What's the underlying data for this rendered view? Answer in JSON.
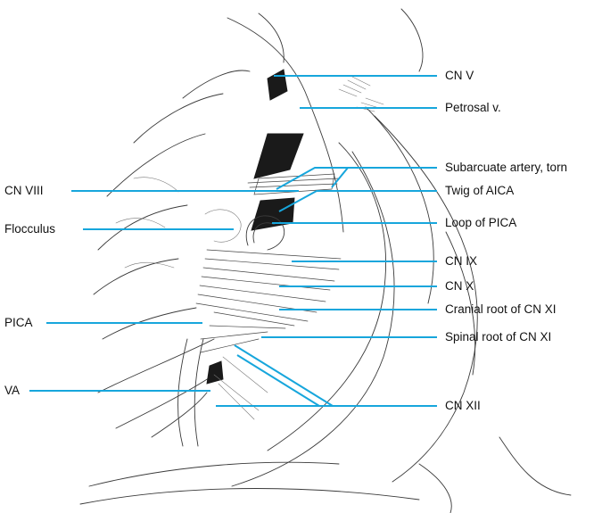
{
  "figure": {
    "leader_color": "#17a6dc",
    "labels_right": [
      {
        "id": "cn-v",
        "text": "CN V"
      },
      {
        "id": "petrosal-v",
        "text": "Petrosal v."
      },
      {
        "id": "subarcuate-artery",
        "text": "Subarcuate artery, torn"
      },
      {
        "id": "twig-aica",
        "text": "Twig of AICA"
      },
      {
        "id": "loop-pica",
        "text": "Loop of PICA"
      },
      {
        "id": "cn-ix",
        "text": "CN IX"
      },
      {
        "id": "cn-x",
        "text": "CN X"
      },
      {
        "id": "cranial-root-xi",
        "text": "Cranial root of CN XI"
      },
      {
        "id": "spinal-root-xi",
        "text": "Spinal root of CN XI"
      },
      {
        "id": "cn-xii",
        "text": "CN XII"
      }
    ],
    "labels_left": [
      {
        "id": "cn-viii",
        "text": "CN VIII"
      },
      {
        "id": "flocculus",
        "text": "Flocculus"
      },
      {
        "id": "pica",
        "text": "PICA"
      },
      {
        "id": "va",
        "text": "VA"
      }
    ]
  }
}
